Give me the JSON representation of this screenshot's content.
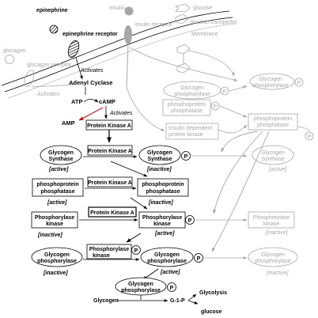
{
  "colors": {
    "active": "#000000",
    "inactive": "#a6a6a6",
    "amp_arrow": "#cc0000",
    "background": "#ffffff"
  },
  "labels": {
    "insulin": "insulin",
    "glucose": "glucose",
    "epinephrine": "epinephrine",
    "insulin_receptor": "insulin receptor",
    "glucose_transporter": "glucose transporter",
    "membrane": "Membrane",
    "epinephrine_receptor": "epinephrine receptor",
    "glucagon": "glucagon",
    "glucagon_receptor": "glucagon receptor",
    "activates_1": "Activates",
    "activates_2": "Activates",
    "activates_3": "Activates",
    "adenyl_cyclase": "Adenyl Cyclase",
    "atp": "ATP",
    "camp": "cAMP",
    "amp": "AMP",
    "pka_main": "Protein Kinase A",
    "pka_1": "Protein Kinase A",
    "pka_2": "Protein Kinase A",
    "pka_3": "Protein Kinase A",
    "gs_left_1": "Glycogen",
    "gs_left_2": "Synthase",
    "gs_left_state": "[active]",
    "gs_mid_1": "Glycogen",
    "gs_mid_2": "Synthase",
    "gs_mid_state": "[inactive]",
    "gs_right_1": "Glycogen",
    "gs_right_2": "Synthase",
    "gs_right_state": "[active]",
    "pp_left_1": "phosphoprotein",
    "pp_left_2": "phosphatase",
    "pp_left_state": "[active]",
    "pp_mid_1": "phosphoprotein",
    "pp_mid_2": "phosphatase",
    "pp_mid_state": "[inactive]",
    "phk_left_1": "Phosphorylase",
    "phk_left_2": "kinase",
    "phk_left_state": "[inactive]",
    "phk_mid_1": "Phosphorylase",
    "phk_mid_2": "kinase",
    "phk_mid_state": "[active]",
    "phk_right_1": "Phosphorylase",
    "phk_right_2": "kinase",
    "phk_right_state": "[inactive]",
    "phk_small_1": "Phosphorylase",
    "phk_small_2": "kinase",
    "gp_left_1": "Glycogen",
    "gp_left_2": "phosphorylase",
    "gp_left_state": "[inactive]",
    "gp_mid_1": "Glycogen",
    "gp_mid_2": "phosphorylase",
    "gp_mid_state": "[active]",
    "gp_right_1": "Glycogen",
    "gp_right_2": "phosphorylase",
    "gp_right_state": "[inactive]",
    "gp_bottom_1": "Glycogen",
    "gp_bottom_2": "phosphorylase",
    "gp_top_1": "Glycogen",
    "gp_top_2": "phosphorylase",
    "gp_topright_1": "Glycogen",
    "gp_topright_2": "phosphorylase",
    "pp_top_1": "phosphoprotein",
    "pp_top_2": "phosphatase",
    "pp_topright_1": "phosphoprotein",
    "pp_topright_2": "phosphatase",
    "idpk_1": "Insulin dependent",
    "idpk_2": "protein kinase",
    "p": "P",
    "glycogen": "Glycogen",
    "g1p": "G-1-P",
    "glycolysis": "Glycolysis",
    "glucose_out": "glucose"
  }
}
